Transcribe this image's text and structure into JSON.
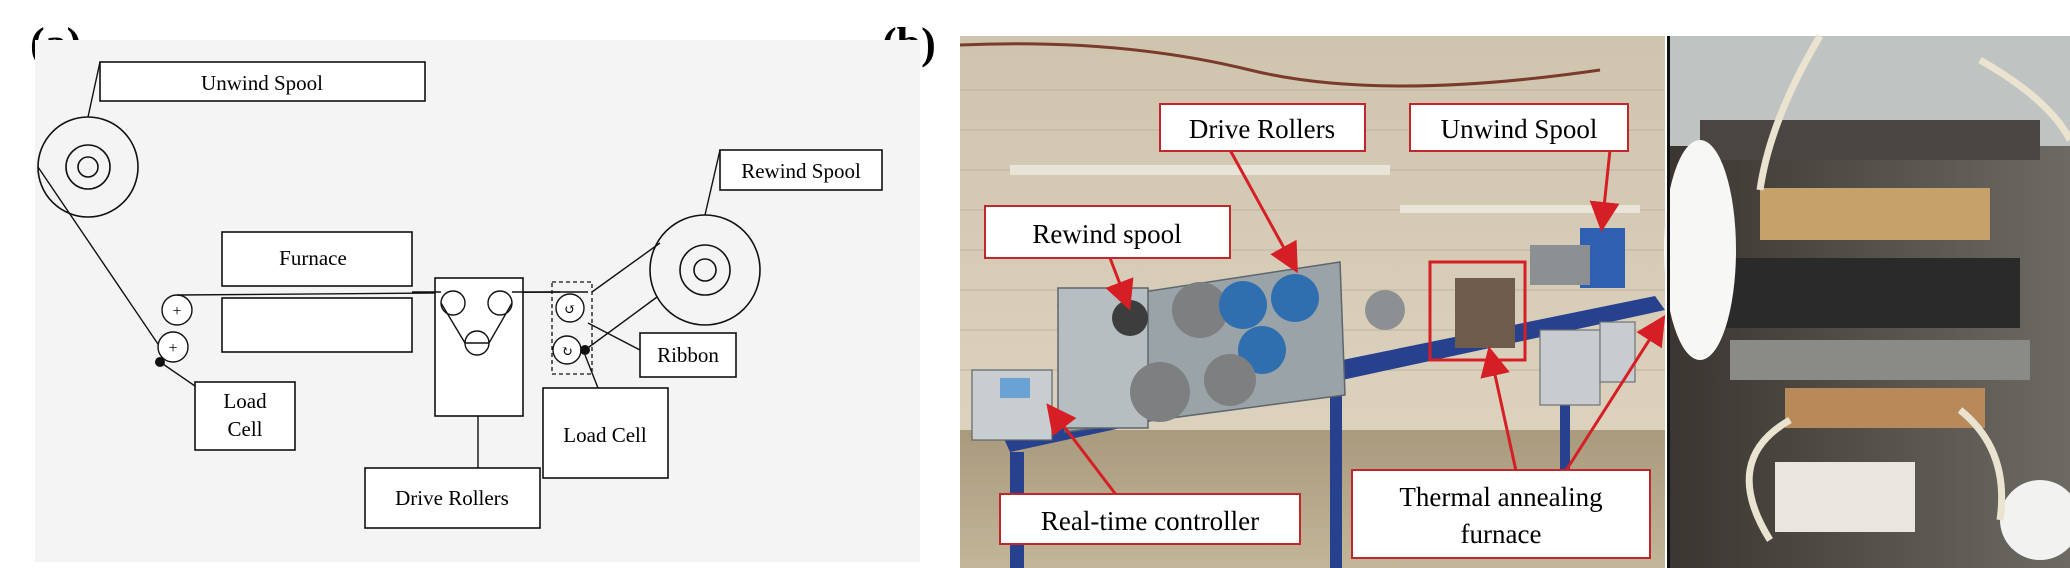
{
  "panels": {
    "a": {
      "label": "(a)"
    },
    "b": {
      "label": "(b)"
    }
  },
  "schematic": {
    "unwind_spool": "Unwind Spool",
    "rewind_spool": "Rewind Spool",
    "furnace": "Furnace",
    "ribbon": "Ribbon",
    "load_cell_left_line1": "Load",
    "load_cell_left_line2": "Cell",
    "load_cell_right": "Load Cell",
    "drive_rollers": "Drive Rollers"
  },
  "photo_callouts": {
    "drive_rollers": "Drive Rollers",
    "unwind_spool": "Unwind Spool",
    "rewind_spool": "Rewind spool",
    "real_time_controller": "Real-time controller",
    "thermal_annealing_line1": "Thermal annealing",
    "thermal_annealing_line2": "furnace"
  },
  "colors": {
    "callout_border": "#c0272d",
    "arrow": "#d61e25",
    "bench_blue": "#27418f",
    "wall": "#d9cdb6",
    "floor": "#b9ab90",
    "machine_gray": "#9aa3a8",
    "roller_blue": "#2f6fb0"
  }
}
